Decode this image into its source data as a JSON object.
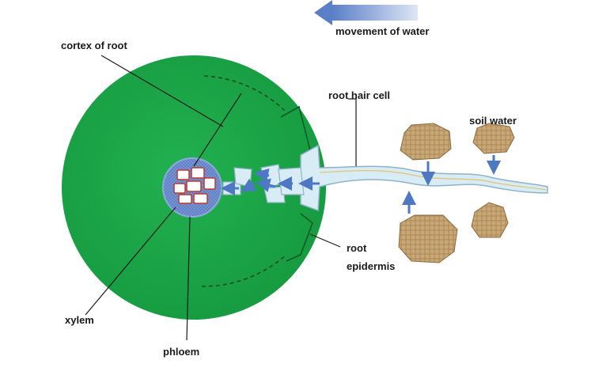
{
  "labels": {
    "movement_of_water": "movement of water",
    "cortex_of_root": "cortex of root",
    "root_hair_cell": "root hair cell",
    "soil_water": "soil water",
    "root": "root",
    "epidermis": "epidermis",
    "xylem": "xylem",
    "phloem": "phloem"
  },
  "colors": {
    "root_green": "#1fa84a",
    "root_green_dark": "#128a36",
    "root_hair": "#d8ecf6",
    "root_hair_edge": "#a9c8d8",
    "arrow_blue": "#4f78c4",
    "soil": "#c8a97a",
    "vascular": "#6f8fd0"
  }
}
